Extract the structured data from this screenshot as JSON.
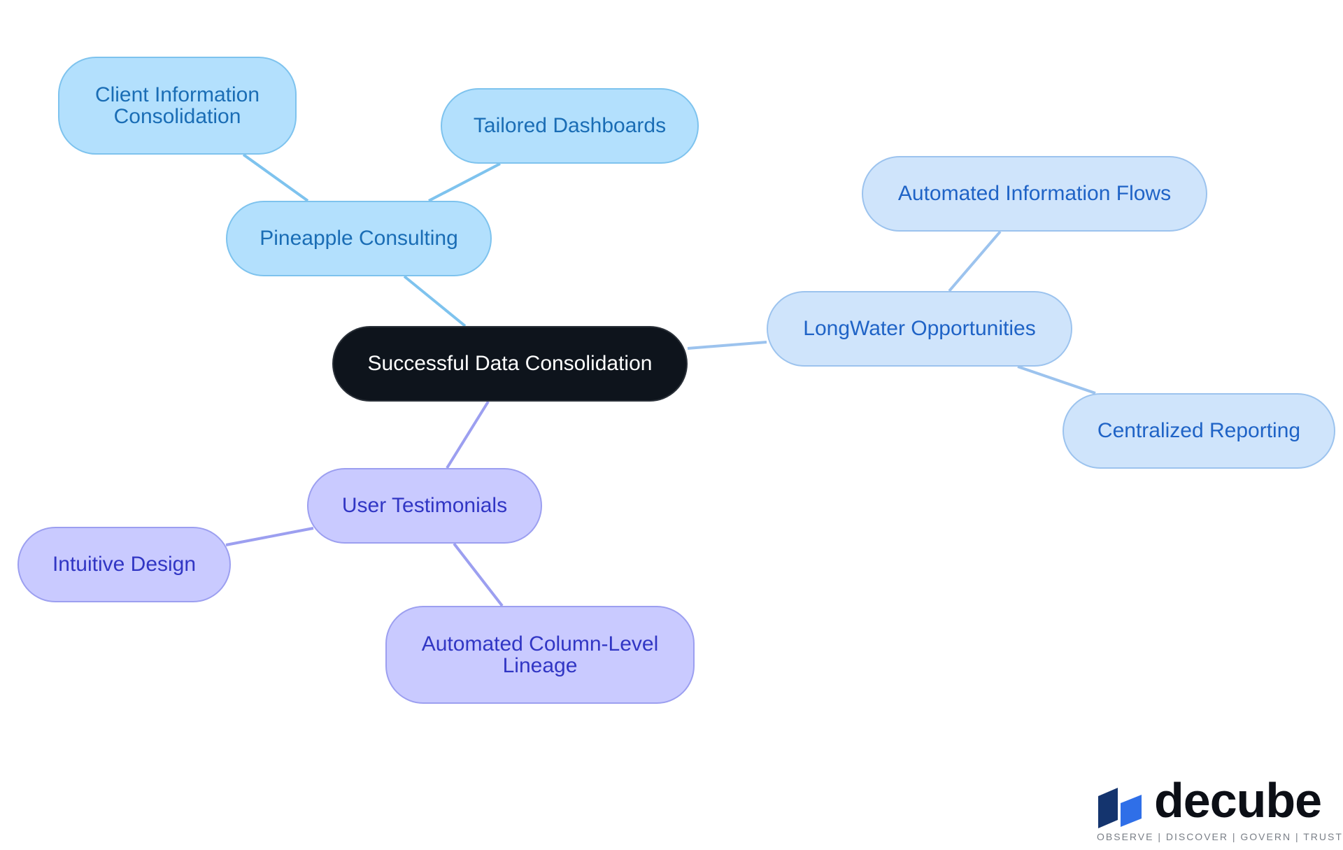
{
  "diagram": {
    "root": {
      "label": "Successful Data Consolidation"
    },
    "branches": [
      {
        "label": "Pineapple Consulting",
        "children": [
          "Client Information Consolidation",
          "Tailored Dashboards"
        ]
      },
      {
        "label": "LongWater Opportunities",
        "children": [
          "Automated Information Flows",
          "Centralized Reporting"
        ]
      },
      {
        "label": "User Testimonials",
        "children": [
          "Intuitive Design",
          "Automated Column-Level Lineage"
        ]
      }
    ],
    "colors": {
      "blue_edge": "#7ec3ee",
      "light_blue_edge": "#9cc3ee",
      "purple_edge": "#9c9ff0",
      "root_fill": "#0e141c"
    }
  },
  "logo": {
    "name": "decube",
    "tagline": "OBSERVE | DISCOVER | GOVERN | TRUST",
    "colors": {
      "dark": "#14346e",
      "light": "#2f6fe8"
    }
  }
}
